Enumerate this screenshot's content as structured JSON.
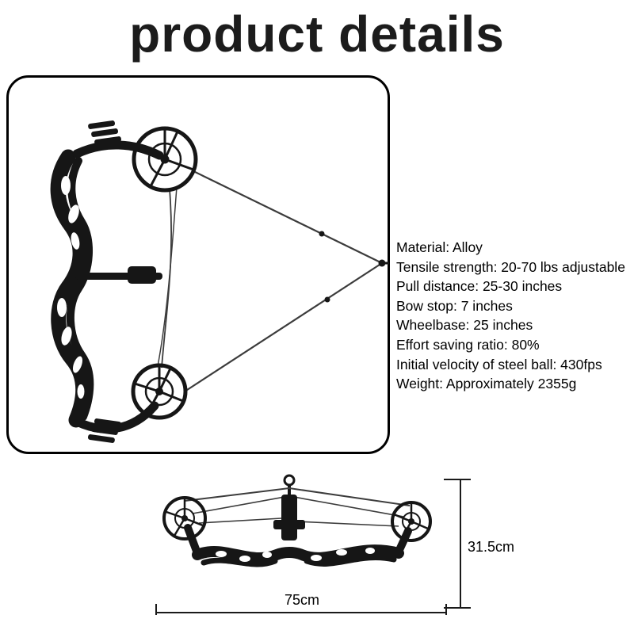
{
  "title": "product details",
  "specs": [
    "Material: Alloy",
    "Tensile strength: 20-70 lbs adjustable",
    "Pull distance: 25-30 inches",
    "Bow stop: 7 inches",
    "Wheelbase: 25 inches",
    "Effort saving ratio: 80%",
    "Initial velocity of steel ball: 430fps",
    "Weight: Approximately 2355g"
  ],
  "dimensions": {
    "height_label": "31.5cm",
    "width_label": "75cm"
  },
  "images": {
    "main": "compound-bow-front-view-drawn",
    "bottom": "compound-bow-horizontal-view"
  },
  "colors": {
    "text": "#000000",
    "bow": "#161616",
    "string": "#3c3c3c",
    "border": "#000000",
    "background": "#ffffff"
  }
}
